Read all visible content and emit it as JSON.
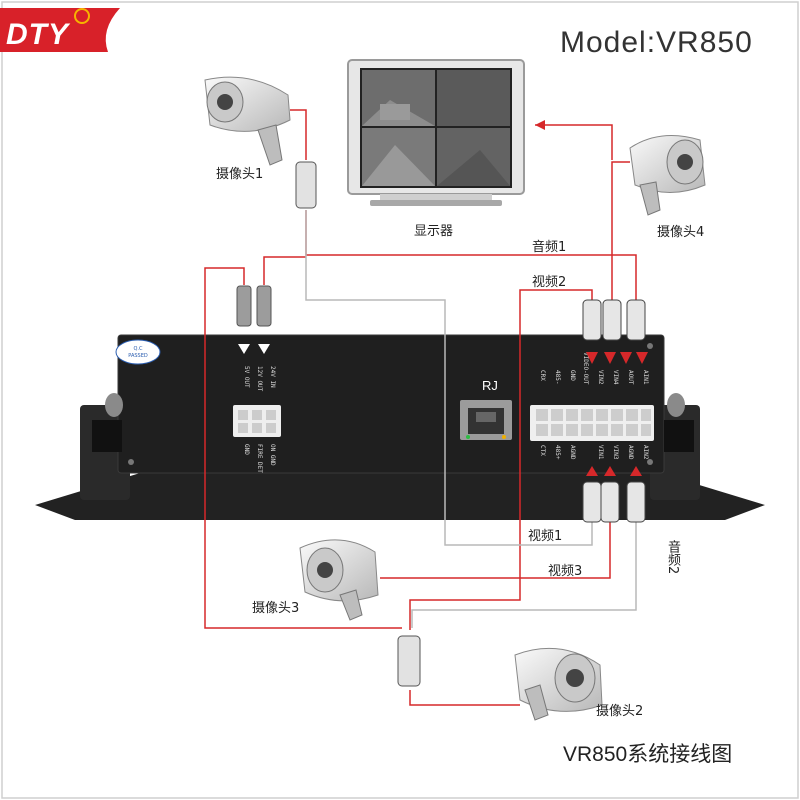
{
  "header": {
    "brand": "DTY",
    "model": "Model:VR850"
  },
  "caption": "VR850系统接线图",
  "labels": {
    "monitor": "显示器",
    "cam1": "摄像头1",
    "cam2": "摄像头2",
    "cam3": "摄像头3",
    "cam4": "摄像头4",
    "audio1": "音频1",
    "audio2": "音频2",
    "video1": "视频1",
    "video2": "视频2",
    "video3": "视频3",
    "rj": "RJ"
  },
  "panel": {
    "qc": [
      "Q.C",
      "PASSED"
    ],
    "power_top": [
      "5V OUT",
      "12V OUT",
      "24V IN"
    ],
    "power_bottom": [
      "GND",
      "FIRE DET",
      "ON GND"
    ],
    "ports_top": [
      "CRX",
      "485-",
      "GND",
      "VIDEO-OUT",
      "VIN2",
      "VIN4",
      "AOUT",
      "AIN1"
    ],
    "ports_bottom": [
      "CTX",
      "485+",
      "AGND",
      "VIN1",
      "VIN3",
      "AGND",
      "AIN2"
    ]
  },
  "colors": {
    "red": "#d6282a",
    "wire_gray": "#b9b9b9",
    "box": "#1f1f1f",
    "logo_red": "#d82129"
  }
}
